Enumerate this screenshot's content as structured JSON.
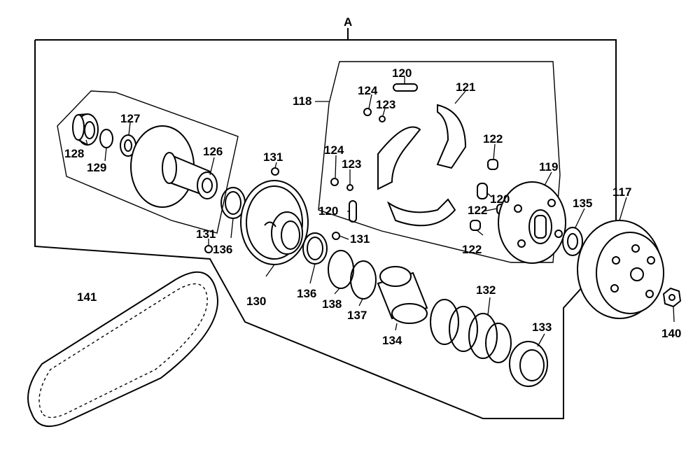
{
  "diagram": {
    "assembly_label": "A",
    "parts": {
      "p117": "117",
      "p118": "118",
      "p119": "119",
      "p120a": "120",
      "p120b": "120",
      "p120c": "120",
      "p121": "121",
      "p122a": "122",
      "p122b": "122",
      "p122c": "122",
      "p123a": "123",
      "p123b": "123",
      "p124a": "124",
      "p124b": "124",
      "p126": "126",
      "p127": "127",
      "p128": "128",
      "p129": "129",
      "p130": "130",
      "p131a": "131",
      "p131b": "131",
      "p131c": "131",
      "p132": "132",
      "p133": "133",
      "p134": "134",
      "p135": "135",
      "p136a": "136",
      "p136b": "136",
      "p137": "137",
      "p138": "138",
      "p140": "140",
      "p141": "141"
    }
  }
}
